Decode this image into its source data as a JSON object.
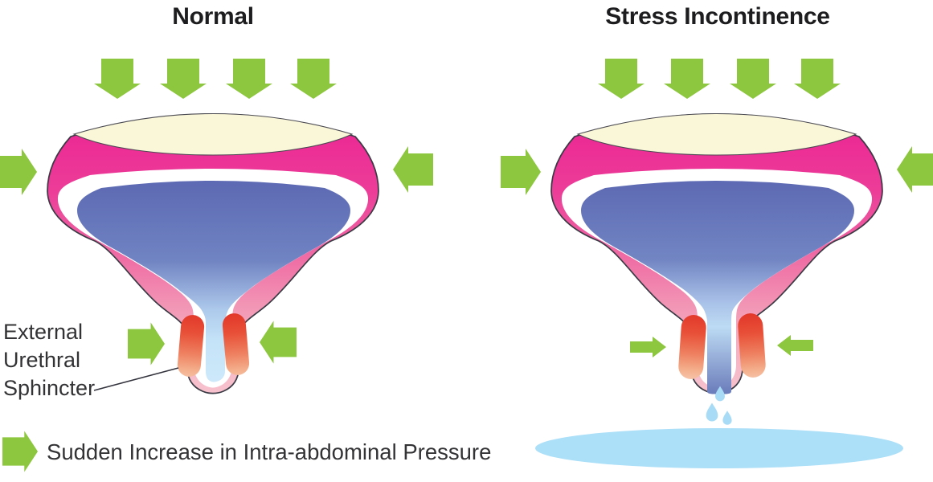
{
  "panels": [
    {
      "id": "normal",
      "title": "Normal"
    },
    {
      "id": "stress",
      "title": "Stress Incontinence"
    }
  ],
  "annotation": {
    "lines": [
      "External",
      "Urethral",
      "Sphincter"
    ],
    "target": "external-urethral-sphincter"
  },
  "legend": {
    "icon": "green-arrow-right-icon",
    "text": "Sudden Increase in Intra-abdominal Pressure"
  },
  "icons": [
    "pressure-arrow-down-icon",
    "pressure-arrow-right-icon",
    "pressure-arrow-left-icon",
    "urine-drop-icon"
  ],
  "colors": {
    "arrow_green": "#8DC63F",
    "wall_magenta": "#EB1D92",
    "wall_pink_light": "#F7C3CE",
    "dome_cream": "#FAF6D8",
    "lining_white": "#FFFFFF",
    "cavity_blue": "#5A66B1",
    "cavity_blue_light": "#C9E6F9",
    "sphincter_red": "#E2372A",
    "sphincter_peach": "#F6C3A8",
    "urine_blue": "#A8DCF6",
    "puddle_blue": "#ACDFF8",
    "outline_dark": "#3A3A45",
    "title_text": "#1D1D1F",
    "label_text": "#333336"
  }
}
